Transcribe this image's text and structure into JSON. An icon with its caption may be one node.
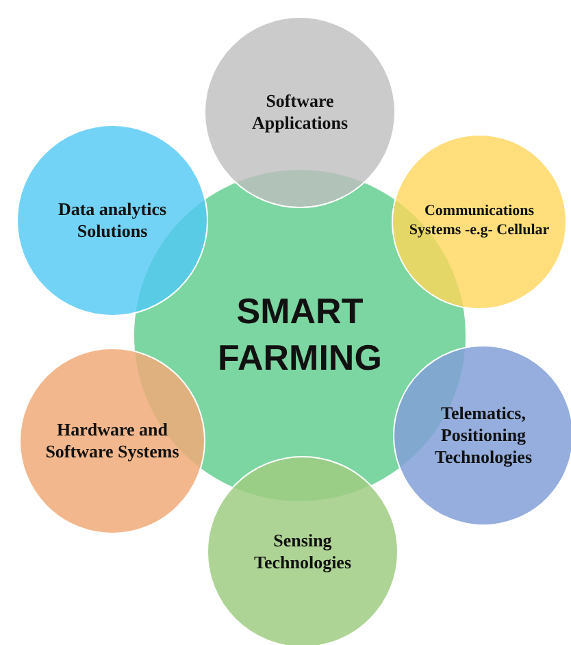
{
  "diagram": {
    "nodes": [
      {
        "text": [
          "SMART FARMING"
        ]
      },
      {
        "text": [
          "Software Applications"
        ]
      },
      {
        "text": [
          "Communications Systems -e.g- Cellular"
        ]
      },
      {
        "text": [
          "Telematics, Positioning Technologies"
        ]
      },
      {
        "text": [
          "Sensing Technologies"
        ]
      },
      {
        "text": [
          "Hardware and Software Systems"
        ]
      },
      {
        "text": [
          "Data analytics Solutions"
        ]
      }
    ]
  }
}
